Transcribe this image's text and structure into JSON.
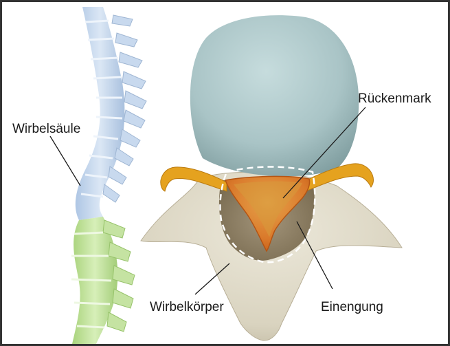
{
  "labels": {
    "spine": "Wirbelsäule",
    "spinal_cord": "Rückenmark",
    "vertebral_body": "Wirbelkörper",
    "narrowing": "Einengung"
  },
  "colors": {
    "frame": "#333333",
    "disc": "#a9c4c6",
    "bone": "#ddd8c6",
    "spine_upper": "#c8d9ee",
    "spine_lower": "#c5e3a2",
    "spinal_cord": "#e07a1e",
    "nerve_root": "#e5a21f",
    "stenosis": "#8c7d5c"
  }
}
